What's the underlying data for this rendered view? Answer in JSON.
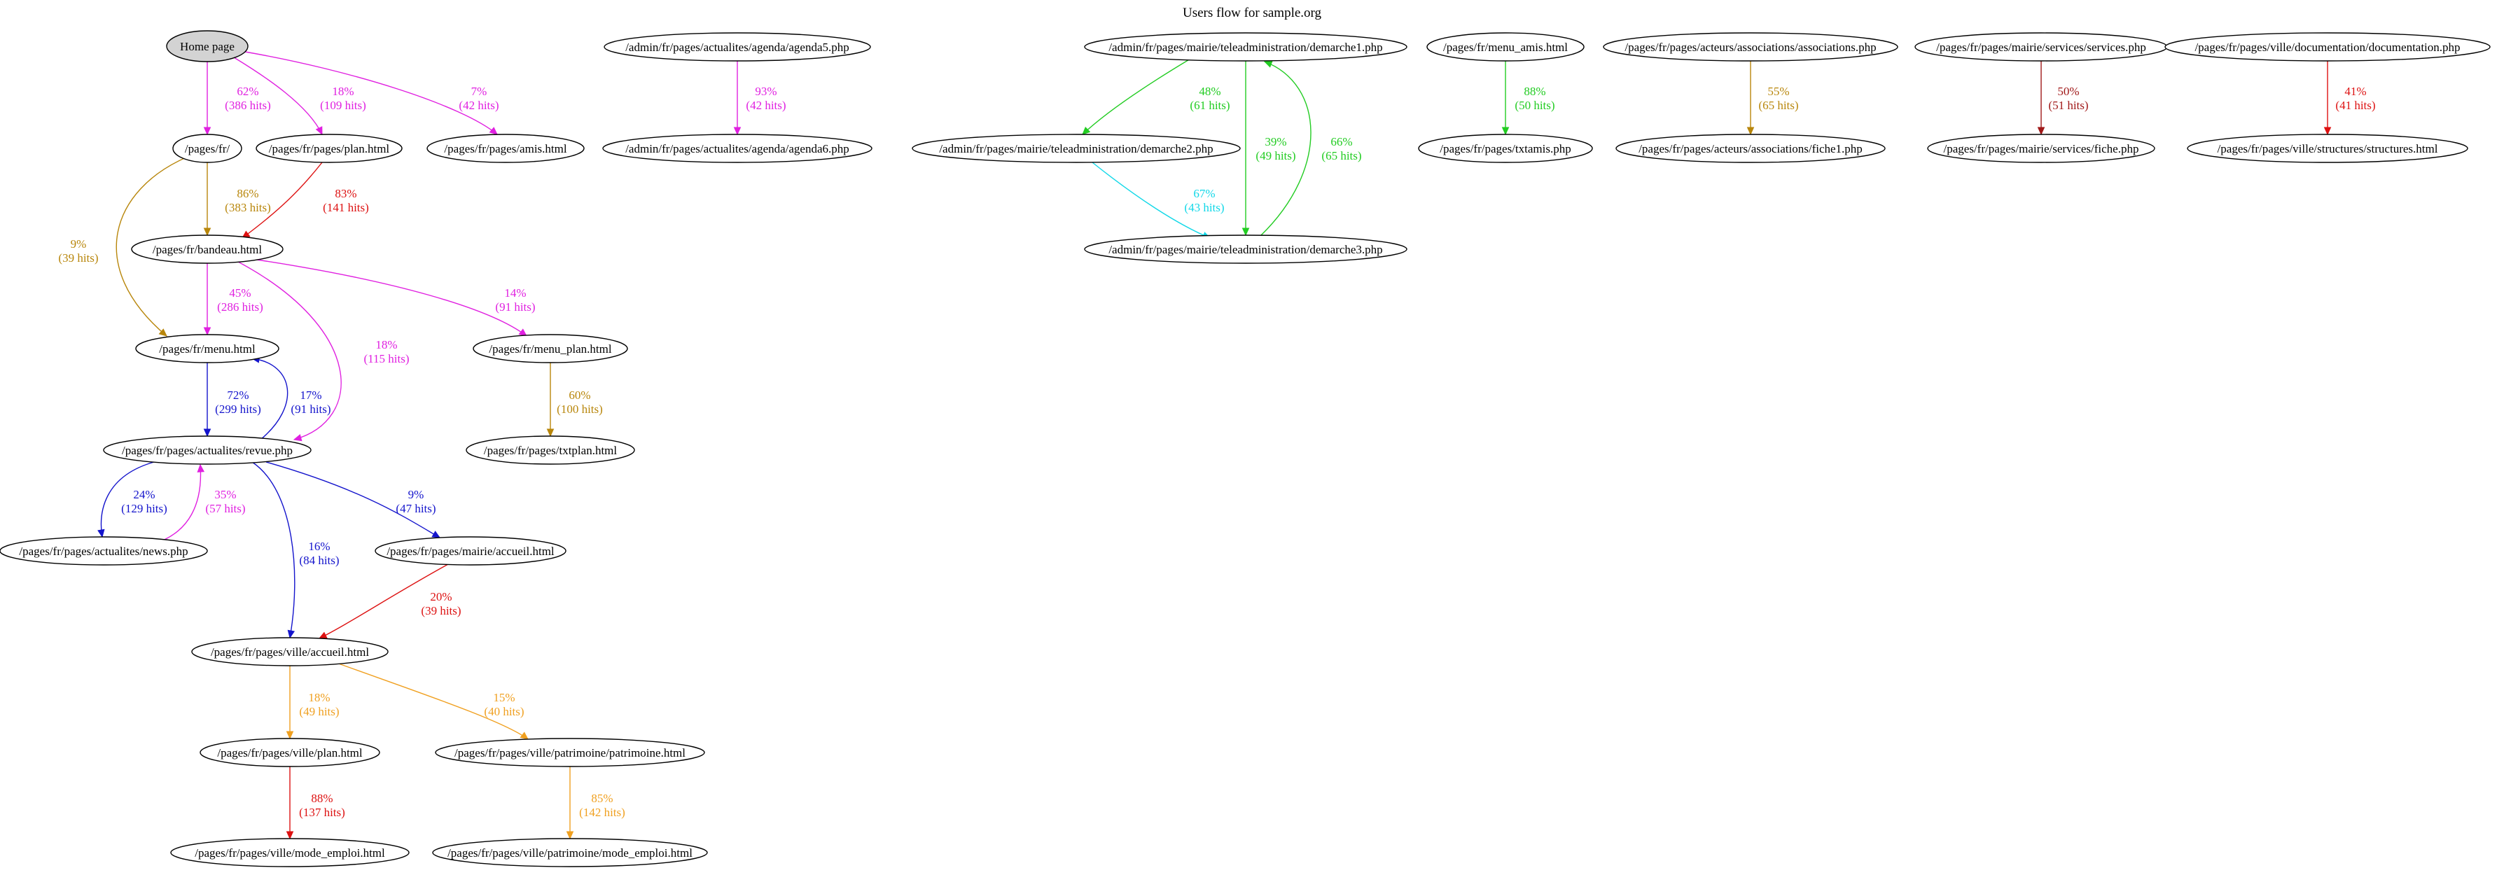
{
  "title": "Users flow for sample.org",
  "colors": {
    "magenta": "#e020e0",
    "goldenrod": "#b8860b",
    "red": "#dd1111",
    "blue": "#1414cc",
    "green": "#22cc22",
    "cyan": "#11d8e8",
    "orange": "#f0a020",
    "darkred": "#a01818"
  },
  "nodes": [
    {
      "id": "home",
      "label": "Home page",
      "filled": true
    },
    {
      "id": "fr",
      "label": "/pages/fr/"
    },
    {
      "id": "plan",
      "label": "/pages/fr/pages/plan.html"
    },
    {
      "id": "amis",
      "label": "/pages/fr/pages/amis.html"
    },
    {
      "id": "bandeau",
      "label": "/pages/fr/bandeau.html"
    },
    {
      "id": "menu",
      "label": "/pages/fr/menu.html"
    },
    {
      "id": "menuplan",
      "label": "/pages/fr/menu_plan.html"
    },
    {
      "id": "txtplan",
      "label": "/pages/fr/pages/txtplan.html"
    },
    {
      "id": "revue",
      "label": "/pages/fr/pages/actualites/revue.php"
    },
    {
      "id": "news",
      "label": "/pages/fr/pages/actualites/news.php"
    },
    {
      "id": "mairieaccueil",
      "label": "/pages/fr/pages/mairie/accueil.html"
    },
    {
      "id": "villeaccueil",
      "label": "/pages/fr/pages/ville/accueil.html"
    },
    {
      "id": "villeplan",
      "label": "/pages/fr/pages/ville/plan.html"
    },
    {
      "id": "patrimoine",
      "label": "/pages/fr/pages/ville/patrimoine/patrimoine.html"
    },
    {
      "id": "modeemploi",
      "label": "/pages/fr/pages/ville/mode_emploi.html"
    },
    {
      "id": "patmode",
      "label": "/pages/fr/pages/ville/patrimoine/mode_emploi.html"
    },
    {
      "id": "agenda5",
      "label": "/admin/fr/pages/actualites/agenda/agenda5.php"
    },
    {
      "id": "agenda6",
      "label": "/admin/fr/pages/actualites/agenda/agenda6.php"
    },
    {
      "id": "demarche1",
      "label": "/admin/fr/pages/mairie/teleadministration/demarche1.php"
    },
    {
      "id": "demarche2",
      "label": "/admin/fr/pages/mairie/teleadministration/demarche2.php"
    },
    {
      "id": "demarche3",
      "label": "/admin/fr/pages/mairie/teleadministration/demarche3.php"
    },
    {
      "id": "menuamis",
      "label": "/pages/fr/menu_amis.html"
    },
    {
      "id": "txtamis",
      "label": "/pages/fr/pages/txtamis.php"
    },
    {
      "id": "associations",
      "label": "/pages/fr/pages/acteurs/associations/associations.php"
    },
    {
      "id": "fiche1",
      "label": "/pages/fr/pages/acteurs/associations/fiche1.php"
    },
    {
      "id": "services",
      "label": "/pages/fr/pages/mairie/services/services.php"
    },
    {
      "id": "fiche",
      "label": "/pages/fr/pages/mairie/services/fiche.php"
    },
    {
      "id": "documentation",
      "label": "/pages/fr/pages/ville/documentation/documentation.php"
    },
    {
      "id": "structures",
      "label": "/pages/fr/pages/ville/structures/structures.html"
    }
  ],
  "edges": [
    {
      "from": "home",
      "to": "fr",
      "pct": "62%",
      "hits": "(386 hits)",
      "color": "magenta"
    },
    {
      "from": "home",
      "to": "plan",
      "pct": "18%",
      "hits": "(109 hits)",
      "color": "magenta"
    },
    {
      "from": "home",
      "to": "amis",
      "pct": "7%",
      "hits": "(42 hits)",
      "color": "magenta"
    },
    {
      "from": "fr",
      "to": "bandeau",
      "pct": "86%",
      "hits": "(383 hits)",
      "color": "goldenrod"
    },
    {
      "from": "fr",
      "to": "menu",
      "pct": "9%",
      "hits": "(39 hits)",
      "color": "goldenrod"
    },
    {
      "from": "plan",
      "to": "bandeau",
      "pct": "83%",
      "hits": "(141 hits)",
      "color": "red"
    },
    {
      "from": "bandeau",
      "to": "menu",
      "pct": "45%",
      "hits": "(286 hits)",
      "color": "magenta"
    },
    {
      "from": "bandeau",
      "to": "menuplan",
      "pct": "14%",
      "hits": "(91 hits)",
      "color": "magenta"
    },
    {
      "from": "bandeau",
      "to": "revue",
      "pct": "18%",
      "hits": "(115 hits)",
      "color": "magenta"
    },
    {
      "from": "menuplan",
      "to": "txtplan",
      "pct": "60%",
      "hits": "(100 hits)",
      "color": "goldenrod"
    },
    {
      "from": "menu",
      "to": "revue",
      "pct": "72%",
      "hits": "(299 hits)",
      "color": "blue"
    },
    {
      "from": "revue",
      "to": "menu",
      "pct": "17%",
      "hits": "(91 hits)",
      "color": "blue"
    },
    {
      "from": "revue",
      "to": "news",
      "pct": "24%",
      "hits": "(129 hits)",
      "color": "blue"
    },
    {
      "from": "news",
      "to": "revue",
      "pct": "35%",
      "hits": "(57 hits)",
      "color": "magenta"
    },
    {
      "from": "revue",
      "to": "villeaccueil",
      "pct": "16%",
      "hits": "(84 hits)",
      "color": "blue"
    },
    {
      "from": "revue",
      "to": "mairieaccueil",
      "pct": "9%",
      "hits": "(47 hits)",
      "color": "blue"
    },
    {
      "from": "mairieaccueil",
      "to": "villeaccueil",
      "pct": "20%",
      "hits": "(39 hits)",
      "color": "red"
    },
    {
      "from": "villeaccueil",
      "to": "villeplan",
      "pct": "18%",
      "hits": "(49 hits)",
      "color": "orange"
    },
    {
      "from": "villeaccueil",
      "to": "patrimoine",
      "pct": "15%",
      "hits": "(40 hits)",
      "color": "orange"
    },
    {
      "from": "villeplan",
      "to": "modeemploi",
      "pct": "88%",
      "hits": "(137 hits)",
      "color": "red"
    },
    {
      "from": "patrimoine",
      "to": "patmode",
      "pct": "85%",
      "hits": "(142 hits)",
      "color": "orange"
    },
    {
      "from": "agenda5",
      "to": "agenda6",
      "pct": "93%",
      "hits": "(42 hits)",
      "color": "magenta"
    },
    {
      "from": "demarche1",
      "to": "demarche2",
      "pct": "48%",
      "hits": "(61 hits)",
      "color": "green"
    },
    {
      "from": "demarche1",
      "to": "demarche3",
      "pct": "39%",
      "hits": "(49 hits)",
      "color": "green"
    },
    {
      "from": "demarche3",
      "to": "demarche1",
      "pct": "66%",
      "hits": "(65 hits)",
      "color": "green"
    },
    {
      "from": "demarche2",
      "to": "demarche3",
      "pct": "67%",
      "hits": "(43 hits)",
      "color": "cyan"
    },
    {
      "from": "menuamis",
      "to": "txtamis",
      "pct": "88%",
      "hits": "(50 hits)",
      "color": "green"
    },
    {
      "from": "associations",
      "to": "fiche1",
      "pct": "55%",
      "hits": "(65 hits)",
      "color": "goldenrod"
    },
    {
      "from": "services",
      "to": "fiche",
      "pct": "50%",
      "hits": "(51 hits)",
      "color": "darkred"
    },
    {
      "from": "documentation",
      "to": "structures",
      "pct": "41%",
      "hits": "(41 hits)",
      "color": "red"
    }
  ]
}
